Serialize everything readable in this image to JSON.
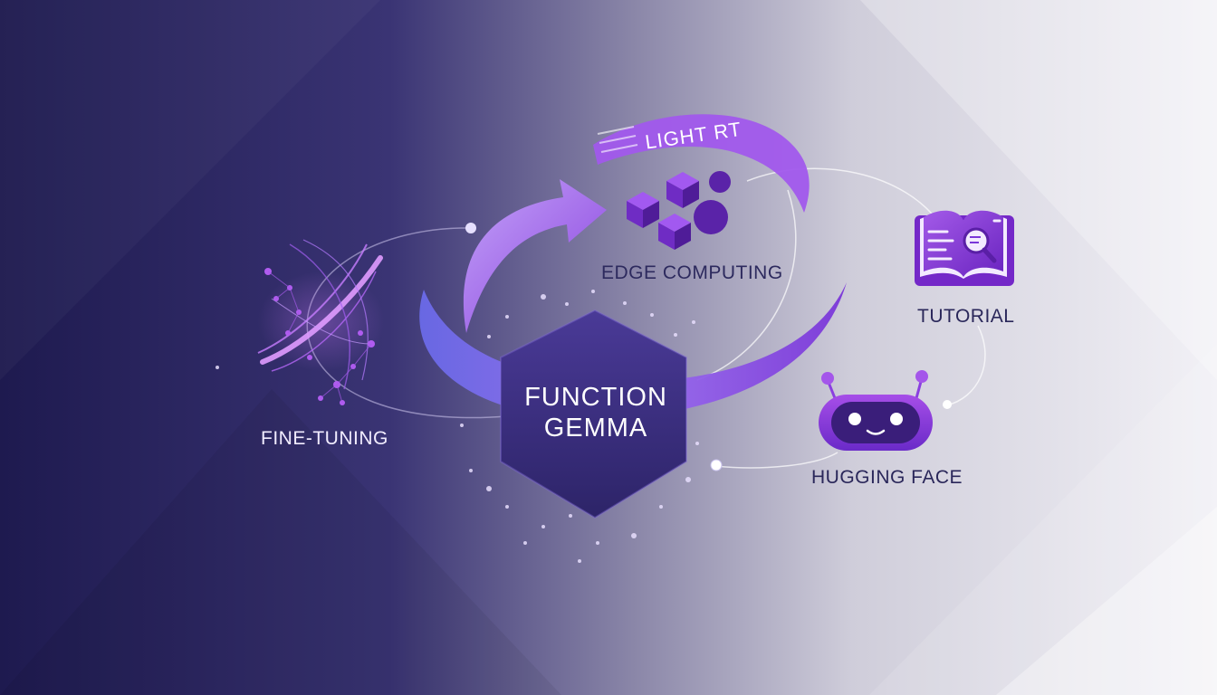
{
  "center": {
    "line1": "FUNCTION",
    "line2": "GEMMA"
  },
  "nodes": {
    "fine_tuning": "FINE-TUNING",
    "edge_computing": "EDGE COMPUTING",
    "tutorial": "TUTORIAL",
    "hugging_face": "HUGGING FACE"
  },
  "arc_text": "LIGHT RT",
  "colors": {
    "bg_dark": "#1e1a4f",
    "bg_light": "#f2f1f6",
    "accent_purple": "#8a3fe0",
    "hexagon": "#3d2f86"
  }
}
